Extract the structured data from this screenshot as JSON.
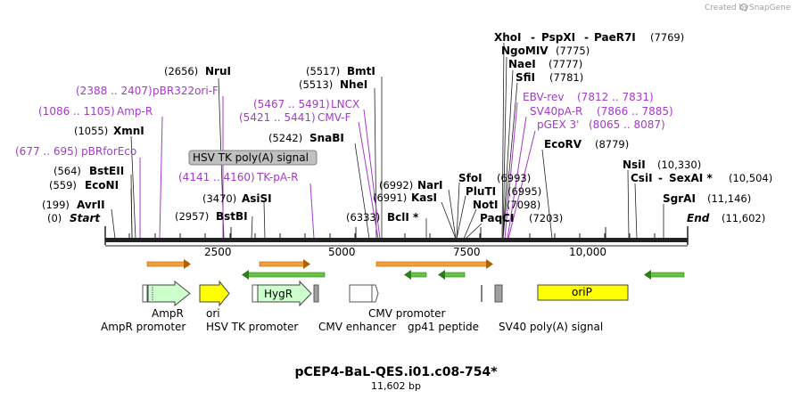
{
  "credit": "Created by",
  "brand": "SnapGene",
  "title": "pCEP4-BaL-QES.i01.c08-754*",
  "subtitle": "11,602 bp",
  "ticks": [
    "2500",
    "5000",
    "7500",
    "10,000"
  ],
  "left_sites": [
    {
      "pos": "(2656)",
      "name": "NruI"
    },
    {
      "pos": "(1055)",
      "name": "XmnI"
    },
    {
      "pos": "(564)",
      "name": "BstEII"
    },
    {
      "pos": "(559)",
      "name": "EcoNI"
    },
    {
      "pos": "(199)",
      "name": "AvrII"
    },
    {
      "pos": "(0)",
      "name": "Start"
    },
    {
      "pos": "(3470)",
      "name": "AsiSI"
    },
    {
      "pos": "(2957)",
      "name": "BstBI"
    },
    {
      "pos": "(5517)",
      "name": "BmtI"
    },
    {
      "pos": "(5513)",
      "name": "NheI"
    },
    {
      "pos": "(5242)",
      "name": "SnaBI"
    },
    {
      "pos": "(6333)",
      "name": "BclI *"
    }
  ],
  "left_primers": [
    {
      "pos": "(2388 .. 2407)",
      "name": "pBR322ori-F"
    },
    {
      "pos": "(1086 .. 1105)",
      "name": "Amp-R"
    },
    {
      "pos": "(677 .. 695)",
      "name": "pBRforEco"
    },
    {
      "pos": "(4141 .. 4160)",
      "name": "TK-pA-R"
    },
    {
      "pos": "(5467 .. 5491)",
      "name": "LNCX"
    },
    {
      "pos": "(5421 .. 5441)",
      "name": "CMV-F"
    }
  ],
  "mid_sites": [
    {
      "name": "NarI",
      "pos": "(6992)"
    },
    {
      "name": "KasI",
      "pos": "(6991)"
    },
    {
      "name": "SfoI",
      "pos": "(6993)"
    },
    {
      "name": "PluTI",
      "pos": "(6995)"
    },
    {
      "name": "NotI",
      "pos": "(7098)"
    },
    {
      "name": "PaqCI",
      "pos": "(7203)"
    }
  ],
  "right_sites": [
    {
      "name": "XhoI",
      "pos": ""
    },
    {
      "name": "PspXI",
      "pos": ""
    },
    {
      "name": "PaeR7I",
      "pos": "(7769)"
    },
    {
      "name": "NgoMIV",
      "pos": "(7775)"
    },
    {
      "name": "NaeI",
      "pos": "(7777)"
    },
    {
      "name": "SfiI",
      "pos": "(7781)"
    },
    {
      "name": "EcoRV",
      "pos": "(8779)"
    },
    {
      "name": "NsiI",
      "pos": "(10,330)"
    },
    {
      "name": "CsiI",
      "pos": ""
    },
    {
      "name": "SexAI *",
      "pos": "(10,504)"
    },
    {
      "name": "SgrAI",
      "pos": "(11,146)"
    },
    {
      "name": "End",
      "pos": "(11,602)"
    }
  ],
  "right_primers": [
    {
      "name": "EBV-rev",
      "pos": "(7812 .. 7831)"
    },
    {
      "name": "SV40pA-R",
      "pos": "(7866 .. 7885)"
    },
    {
      "name": "pGEX 3'",
      "pos": "(8065 .. 8087)"
    }
  ],
  "callout": "HSV TK poly(A) signal",
  "features": [
    "AmpR",
    "ori",
    "HygR",
    "oriP"
  ],
  "feature_labels": [
    "AmpR promoter",
    "HSV TK promoter",
    "CMV enhancer",
    "CMV promoter",
    "gp41 peptide",
    "SV40 poly(A) signal"
  ],
  "colors": {
    "primer": "#a43ac8",
    "ampr": "#ccffcc",
    "ori": "#ffff00",
    "orf": "#f0a040",
    "green": "#6ac04a"
  }
}
